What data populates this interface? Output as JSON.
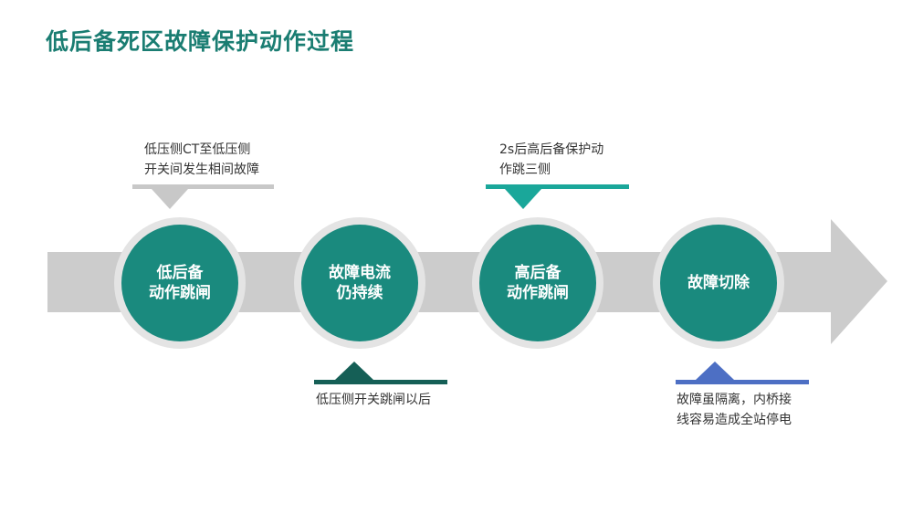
{
  "title": "低后备死区故障保护动作过程",
  "steps": [
    {
      "label": "低后备\n动作跳闸"
    },
    {
      "label": "故障电流\n仍持续"
    },
    {
      "label": "高后备\n动作跳闸"
    },
    {
      "label": "故障切除"
    }
  ],
  "callouts": [
    {
      "text": "低压侧CT至低压侧\n开关间发生相间故障",
      "color": "#c8c8c8"
    },
    {
      "text": "低压侧开关跳闸以后",
      "color": "#155f56"
    },
    {
      "text": "2s后高后备保护动\n作跳三侧",
      "color": "#1aa79a"
    },
    {
      "text": "故障虽隔离，内桥接\n线容易造成全站停电",
      "color": "#4d6fc4"
    }
  ],
  "colors": {
    "arrow": "#cccccc",
    "circle": "#1a8a7e",
    "ring": "#e4e4e4",
    "title": "#1a7d72"
  }
}
